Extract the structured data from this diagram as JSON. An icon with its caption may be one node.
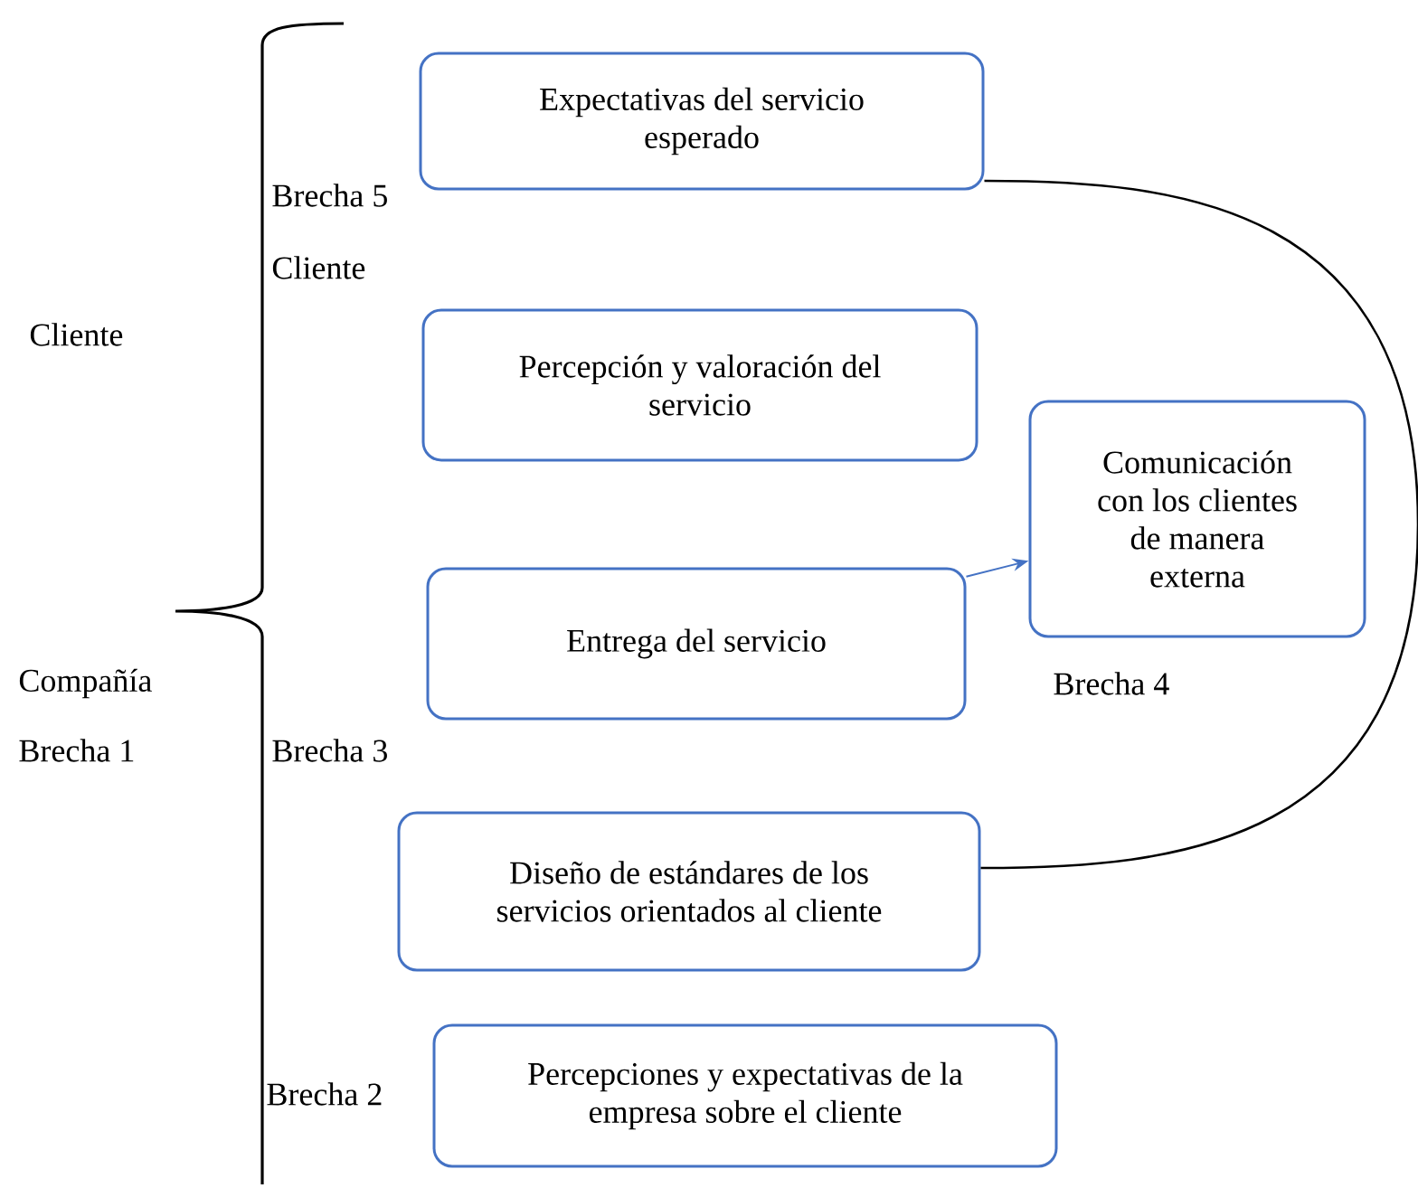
{
  "diagram": {
    "nodes": [
      {
        "text": [
          "Expectativas del servicio esperado"
        ]
      },
      {
        "text": [
          "Percepción y valoración del servicio"
        ]
      },
      {
        "text": [
          "Comunicación con los clientes de manera externa"
        ]
      },
      {
        "text": [
          "Entrega del servicio"
        ]
      },
      {
        "text": [
          "Diseño de estándares de los servicios orientados al cliente"
        ]
      },
      {
        "text": [
          "Percepciones y expectativas de la empresa sobre el cliente"
        ]
      }
    ],
    "edges": [
      {
        "from": 3,
        "to": 2,
        "arrow": "to",
        "color": "#4472c4"
      },
      {
        "from": 0,
        "to": 4,
        "arrow": "none",
        "color": "#000000"
      }
    ],
    "labels": [
      "Brecha 5",
      "Cliente",
      "Cliente",
      "Compañía",
      "Brecha 4",
      "Brecha 1",
      "Brecha 3",
      "Brecha 2"
    ]
  }
}
